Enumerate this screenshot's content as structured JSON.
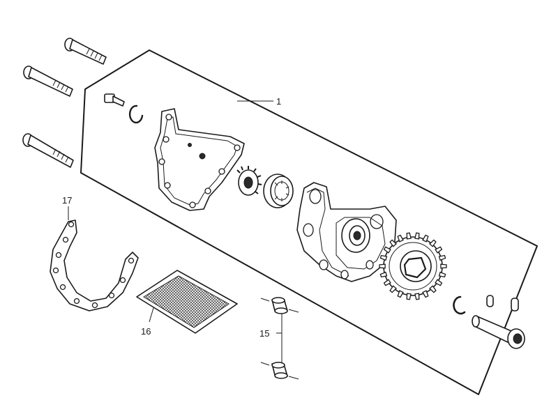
{
  "diagram": {
    "callouts": [
      {
        "id": "part-1",
        "label": "1"
      },
      {
        "id": "part-15",
        "label": "15"
      },
      {
        "id": "part-16",
        "label": "16"
      },
      {
        "id": "part-17",
        "label": "17"
      }
    ]
  }
}
